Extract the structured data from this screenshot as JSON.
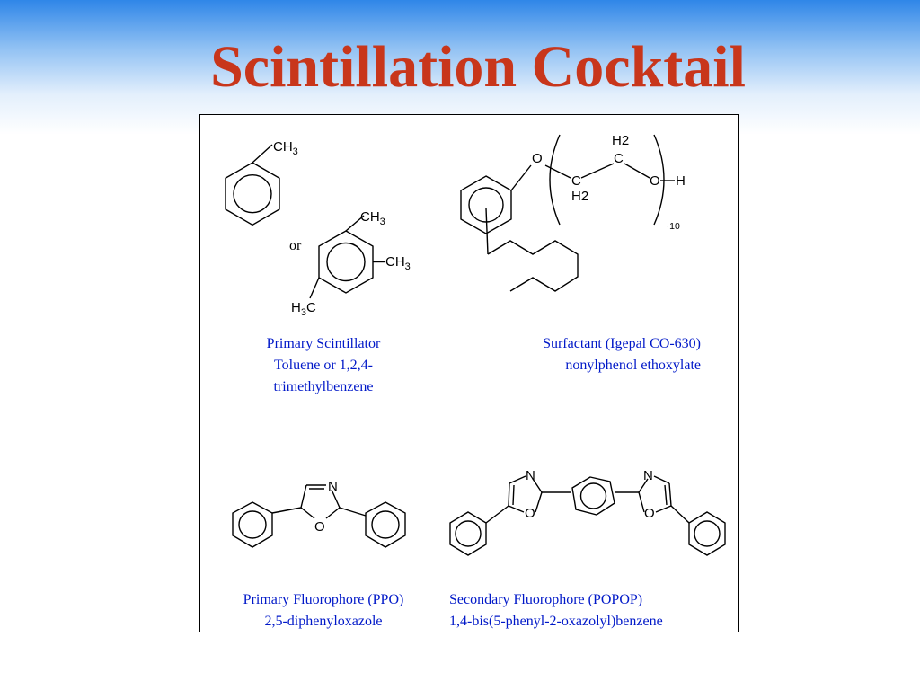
{
  "slide": {
    "title": "Scintillation Cocktail",
    "title_color": "#c8361b",
    "caption_color": "#0018c8"
  },
  "molecules": {
    "toluene": {
      "group": "CH3"
    },
    "trimethylbenzene": {
      "groups": [
        "CH3",
        "CH3",
        "H3C"
      ]
    },
    "or_text": "or",
    "surfactant": {
      "atoms": [
        "O",
        "H2",
        "C",
        "C",
        "H2",
        "O",
        "H"
      ],
      "repeat": "~10"
    },
    "ppo": {
      "atoms": [
        "N",
        "O"
      ]
    },
    "popop": {
      "atoms": [
        "N",
        "O",
        "N",
        "O"
      ]
    }
  },
  "captions": {
    "primary_scintillator": [
      "Primary Scintillator",
      "Toluene or 1,2,4-",
      "trimethylbenzene"
    ],
    "surfactant": [
      "Surfactant (Igepal CO-630)",
      "nonylphenol ethoxylate"
    ],
    "ppo": [
      "Primary Fluorophore (PPO)",
      "2,5-diphenyloxazole"
    ],
    "popop": [
      "Secondary Fluorophore (POPOP)",
      "1,4-bis(5-phenyl-2-oxazolyl)benzene"
    ]
  }
}
